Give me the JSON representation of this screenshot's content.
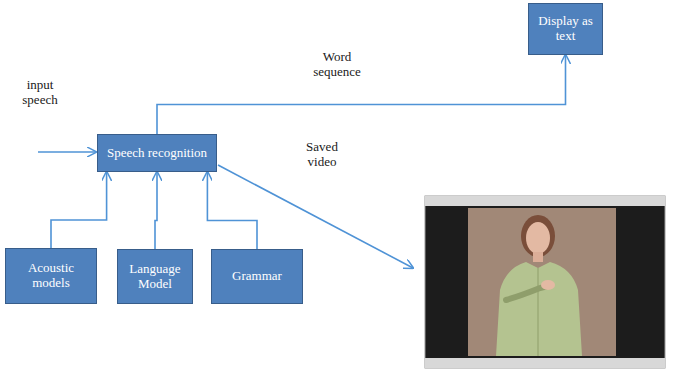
{
  "diagram": {
    "nodes": [
      {
        "text": [
          "Speech recognition"
        ]
      },
      {
        "text": [
          "Display as text"
        ]
      },
      {
        "text": [
          "Acoustic models"
        ]
      },
      {
        "text": [
          "Language Model"
        ]
      },
      {
        "text": [
          "Grammar"
        ]
      }
    ],
    "edges": [
      {
        "from": 0,
        "to": 1,
        "label": "Word sequence",
        "arrow": "to"
      },
      {
        "from": 2,
        "to": 0,
        "arrow": "to"
      },
      {
        "from": 3,
        "to": 0,
        "arrow": "to"
      },
      {
        "from": 4,
        "to": 0,
        "arrow": "to"
      }
    ],
    "labels": [
      "input speech",
      "Saved video"
    ]
  }
}
